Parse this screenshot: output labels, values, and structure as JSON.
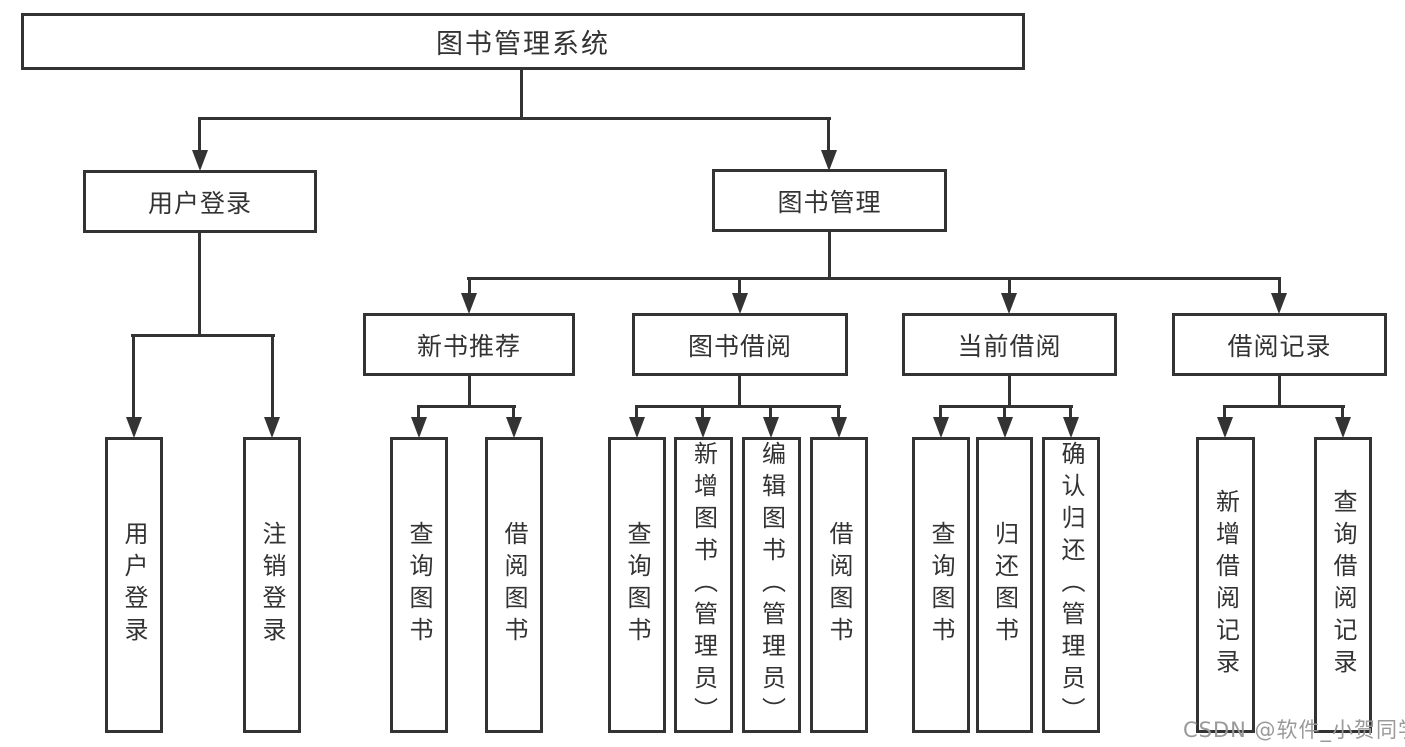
{
  "diagram": {
    "root": {
      "label": "图书管理系统"
    },
    "branches": [
      {
        "label": "用户登录",
        "children": [
          {
            "label": "用户登录"
          },
          {
            "label": "注销登录"
          }
        ]
      },
      {
        "label": "图书管理",
        "children": [
          {
            "label": "新书推荐",
            "children": [
              {
                "label": "查询图书"
              },
              {
                "label": "借阅图书"
              }
            ]
          },
          {
            "label": "图书借阅",
            "children": [
              {
                "label": "查询图书"
              },
              {
                "label": "新增图书（管理员）"
              },
              {
                "label": "编辑图书（管理员）"
              },
              {
                "label": "借阅图书"
              }
            ]
          },
          {
            "label": "当前借阅",
            "children": [
              {
                "label": "查询图书"
              },
              {
                "label": "归还图书"
              },
              {
                "label": "确认归还（管理员）"
              }
            ]
          },
          {
            "label": "借阅记录",
            "children": [
              {
                "label": "新增借阅记录"
              },
              {
                "label": "查询借阅记录"
              }
            ]
          }
        ]
      }
    ]
  },
  "watermark": {
    "text": "CSDN @软件_小贺同学"
  },
  "colors": {
    "line": "#333333",
    "text": "#333333",
    "bg": "#ffffff",
    "wm": "#9a9a9a"
  }
}
